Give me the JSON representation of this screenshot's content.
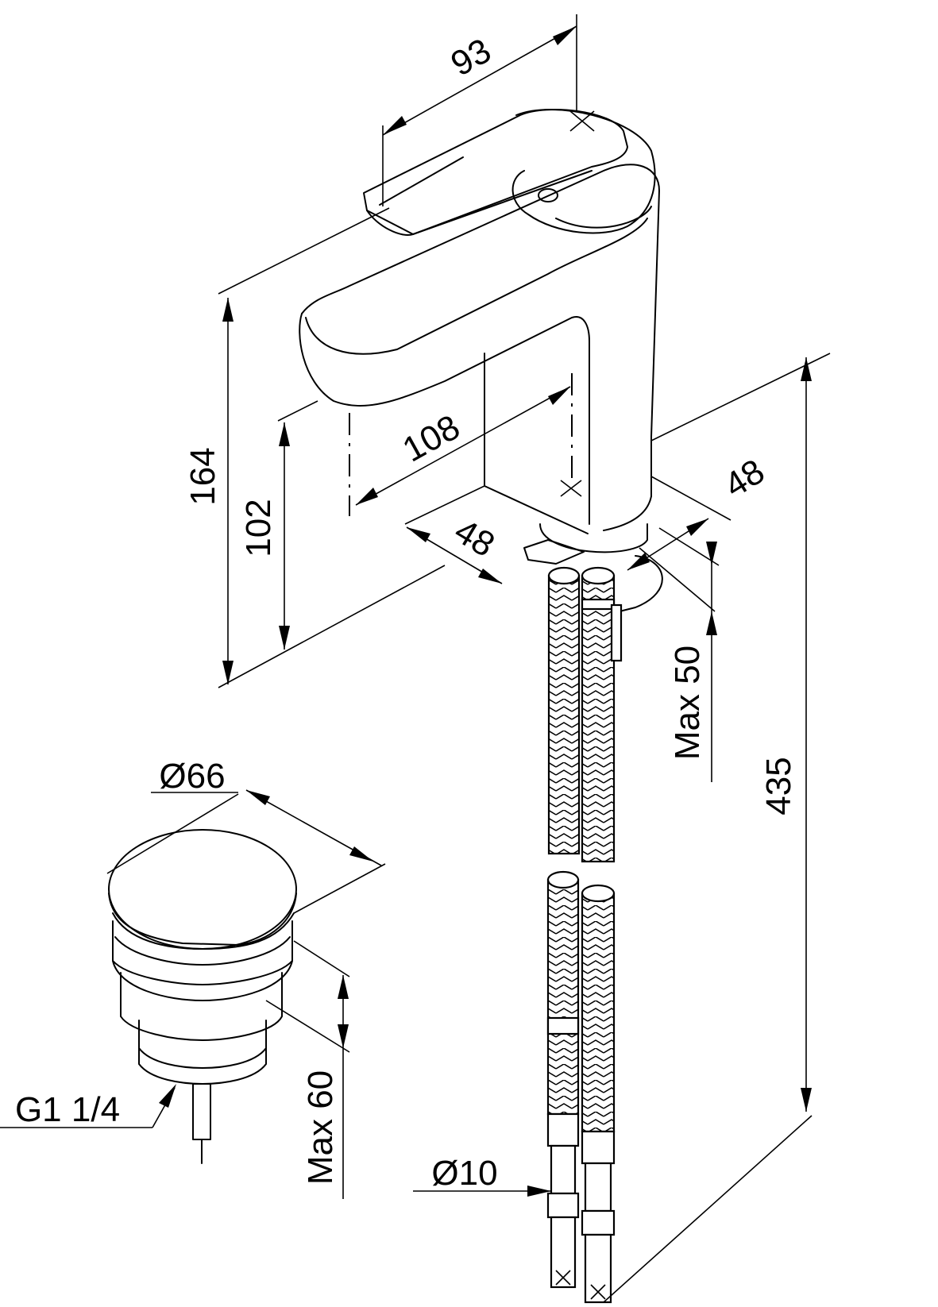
{
  "dimensions": {
    "handle_reach": "93",
    "spout_height": "164",
    "spout_clearance": "102",
    "spout_reach": "108",
    "base_depth": "48",
    "base_width": "48",
    "max_deck_thickness": "Max 50",
    "hose_length": "435",
    "waste_diameter": "Ø66",
    "waste_max_thickness": "Max 60",
    "waste_thread": "G1 1/4",
    "hose_diameter": "Ø10"
  }
}
